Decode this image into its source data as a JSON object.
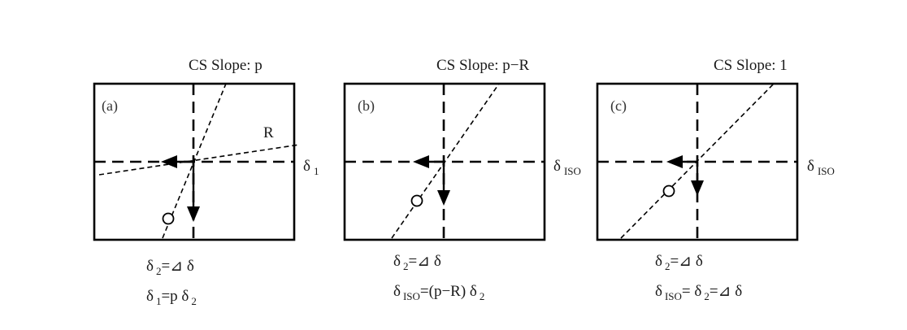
{
  "panels": [
    {
      "id": "a",
      "letter": "(a)",
      "title": "CS Slope: p",
      "line_label": "R",
      "side_symbol": "δ",
      "side_sub": "1",
      "eq1": {
        "a": "δ",
        "s1": "2",
        "b": "=⊿ δ",
        "s2": "",
        "c": "",
        "s3": "",
        "d": ""
      },
      "eq2": {
        "a": "δ",
        "s1": "1",
        "b": "=p δ",
        "s2": "2",
        "c": "",
        "s3": "",
        "d": ""
      }
    },
    {
      "id": "b",
      "letter": "(b)",
      "title": "CS Slope: p−R",
      "line_label": "",
      "side_symbol": "δ",
      "side_sub": "ISO",
      "eq1": {
        "a": "δ",
        "s1": "2",
        "b": "=⊿ δ",
        "s2": "",
        "c": "",
        "s3": "",
        "d": ""
      },
      "eq2": {
        "a": "δ",
        "s1": "ISO",
        "b": "=(p−R) δ",
        "s2": "2",
        "c": "",
        "s3": "",
        "d": ""
      }
    },
    {
      "id": "c",
      "letter": "(c)",
      "title": "CS Slope: 1",
      "line_label": "",
      "side_symbol": "δ",
      "side_sub": "ISO",
      "eq1": {
        "a": "δ",
        "s1": "2",
        "b": "=⊿ δ",
        "s2": "",
        "c": "",
        "s3": "",
        "d": ""
      },
      "eq2": {
        "a": "δ",
        "s1": "ISO",
        "b": "= δ",
        "s2": "2",
        "c": "=⊿ δ",
        "s3": "",
        "d": ""
      }
    }
  ]
}
